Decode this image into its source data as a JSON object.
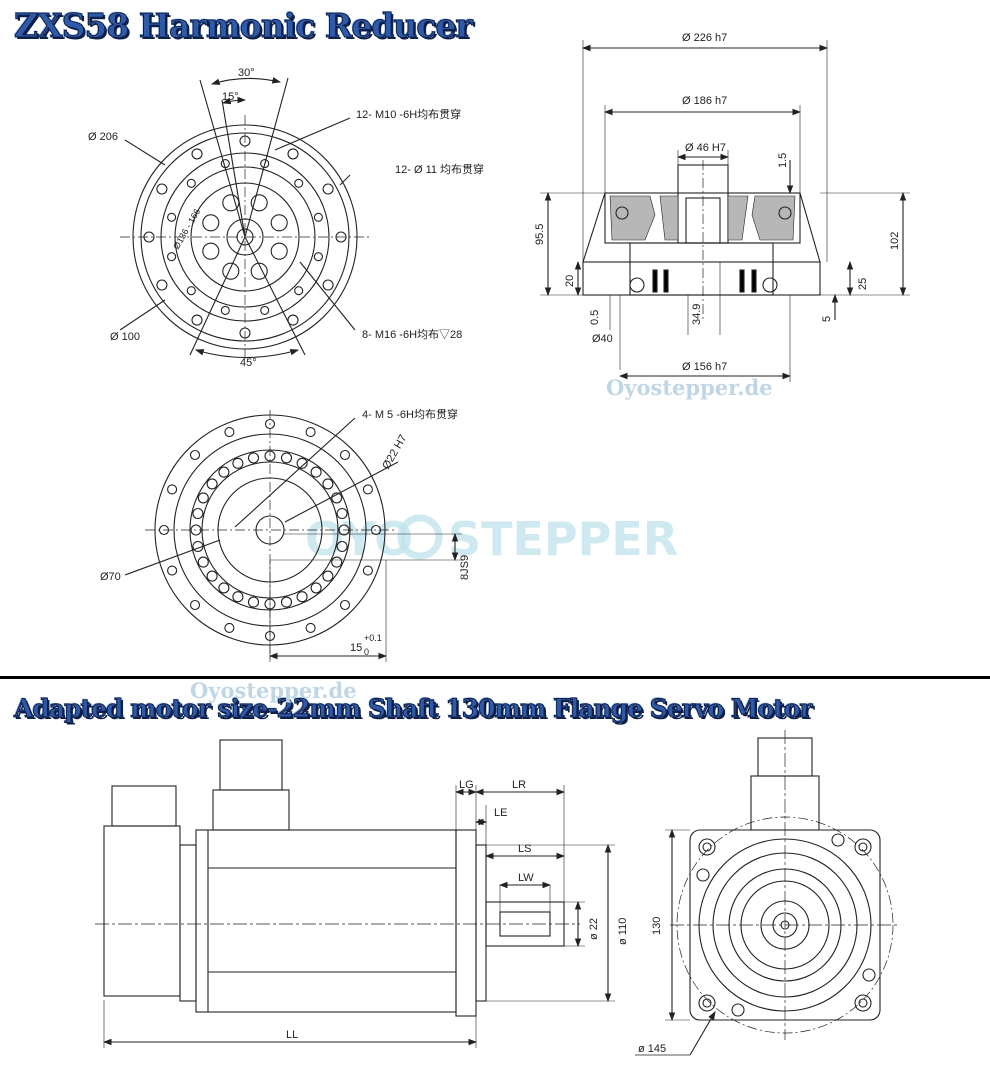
{
  "titles": {
    "top": "ZXS58 Harmonic Reducer",
    "bottom": "Adapted motor size-22mm Shaft 130mm Flange Servo Motor"
  },
  "watermarks": {
    "site_1": "Oyostepper.de",
    "site_2": "Oyostepper.de",
    "brand_left": "OYO",
    "brand_right": "STEPPER"
  },
  "reducer_front": {
    "angle_30": "30°",
    "angle_15": "15°",
    "d206": "Ø 206",
    "note_m10": "12- M10 -6H均布贯穿",
    "note_d11": "12- Ø 11 均布贯穿",
    "d100": "Ø 100",
    "note_m16": "8- M16 -6H均布▽28",
    "angle_45": "45°",
    "pcd_label": "Ø136 - 166"
  },
  "reducer_side": {
    "d226": "Ø 226 h7",
    "d186": "Ø 186 h7",
    "d46": "Ø 46 H7",
    "h1_5": "1.5",
    "h95_5": "95.5",
    "h102": "102",
    "h20": "20",
    "h25": "25",
    "h0_5": "0.5",
    "d40": "Ø40",
    "h34_9": "34.9",
    "h5": "5",
    "d156": "Ø 156 h7"
  },
  "reducer_rear": {
    "note_m5": "4- M 5 -6H均布贯穿",
    "d22": "Ø22 H7",
    "d70": "Ø70",
    "key_8js9": "8JS9",
    "dim_15": "15",
    "tol_plus": "+0.1",
    "tol_zero": "0"
  },
  "motor_side": {
    "lg": "LG",
    "lr": "LR",
    "le": "LE",
    "ls": "LS",
    "lw": "LW",
    "d22": "ø 22",
    "d110": "ø 110",
    "ll": "LL"
  },
  "motor_front": {
    "h130": "130",
    "d145": "ø 145"
  }
}
